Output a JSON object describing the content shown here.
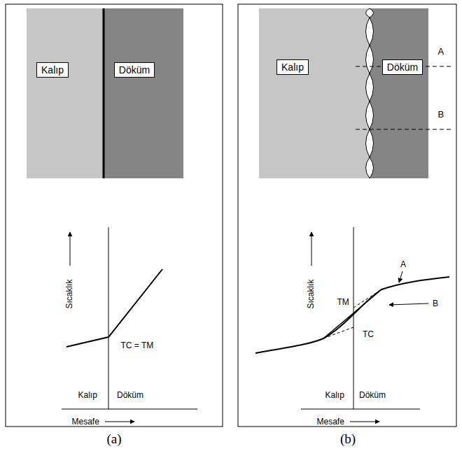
{
  "diagram": {
    "nodes": [
      {
        "text": [
          "Kalıp"
        ]
      },
      {
        "text": [
          "Döküm"
        ]
      },
      {
        "text": [
          "Kalıp"
        ]
      },
      {
        "text": [
          "Döküm"
        ]
      }
    ],
    "labels": [
      "Sıcaklık",
      "TC = TM",
      "Kalıp",
      "Döküm",
      "Mesafe",
      "(a)",
      "A",
      "B",
      "Sıcaklık",
      "A",
      "TM",
      "B",
      "TC",
      "Kalıp",
      "Döküm",
      "Mesafe",
      "(b)"
    ]
  }
}
